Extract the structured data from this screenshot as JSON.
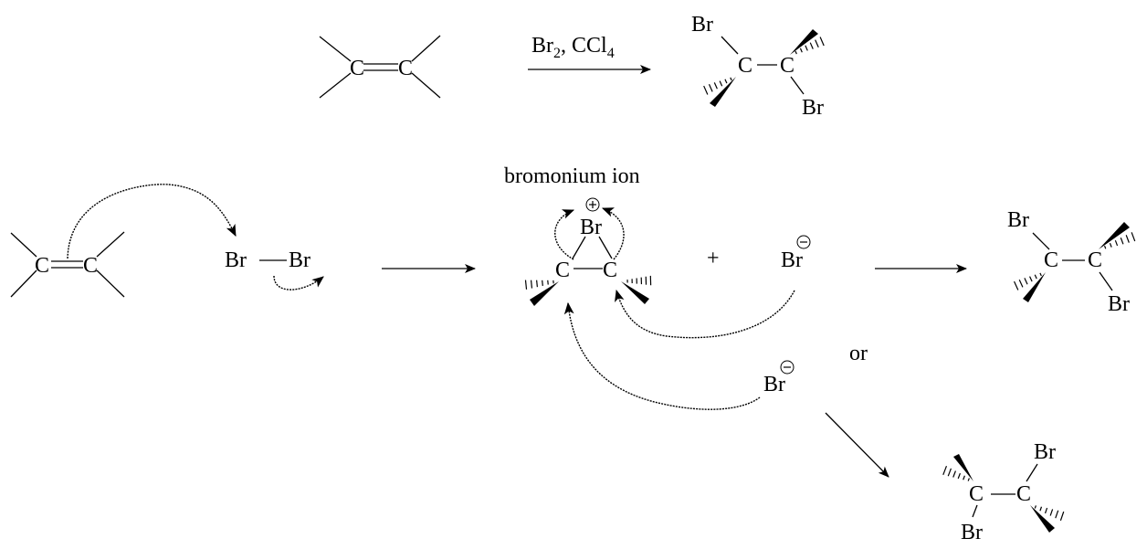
{
  "atoms": {
    "carbon": "C",
    "bromine": "Br"
  },
  "reagents": {
    "br2": "Br",
    "br2_subscript": "2",
    "separator": ", ",
    "ccl4": "CCl",
    "ccl4_subscript": "4"
  },
  "labels": {
    "bromonium_ion": "bromonium ion",
    "plus": "+",
    "or": "or"
  },
  "colors": {
    "ink": "#000000",
    "background": "#ffffff"
  }
}
